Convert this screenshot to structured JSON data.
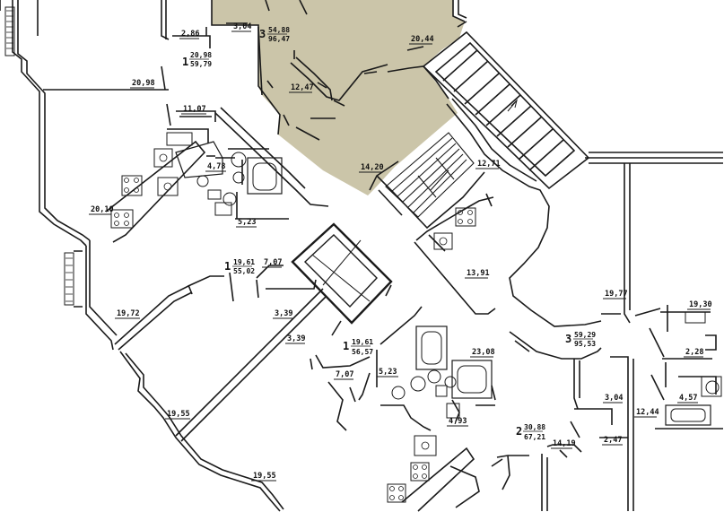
{
  "colors": {
    "wall": "#1a1a1a",
    "highlight": "#cbc5a9",
    "background": "#ffffff"
  },
  "rooms": [
    {
      "id": "r1",
      "label": "2,86"
    },
    {
      "id": "r2",
      "label": "3,04"
    },
    {
      "id": "r3",
      "label": "20,44"
    },
    {
      "id": "r4",
      "label": "20,98"
    },
    {
      "id": "r5",
      "label": "12,47"
    },
    {
      "id": "r6",
      "label": "11,07"
    },
    {
      "id": "r7",
      "label": "14,20"
    },
    {
      "id": "r8",
      "label": "12,71"
    },
    {
      "id": "r9",
      "label": "4,78"
    },
    {
      "id": "r10",
      "label": "20,10"
    },
    {
      "id": "r11",
      "label": "5,23"
    },
    {
      "id": "r12",
      "label": "7,07"
    },
    {
      "id": "r13",
      "label": "13,91"
    },
    {
      "id": "r14",
      "label": "19,72"
    },
    {
      "id": "r15",
      "label": "3,39"
    },
    {
      "id": "r16",
      "label": "19,77"
    },
    {
      "id": "r17",
      "label": "19,30"
    },
    {
      "id": "r18",
      "label": "3,39"
    },
    {
      "id": "r19",
      "label": "7,07"
    },
    {
      "id": "r20",
      "label": "23,08"
    },
    {
      "id": "r21",
      "label": "2,28"
    },
    {
      "id": "r22",
      "label": "5,23"
    },
    {
      "id": "r23",
      "label": "3,04"
    },
    {
      "id": "r24",
      "label": "4,57"
    },
    {
      "id": "r25",
      "label": "19,55"
    },
    {
      "id": "r26",
      "label": "4,93"
    },
    {
      "id": "r27",
      "label": "12,44"
    },
    {
      "id": "r28",
      "label": "2,47"
    },
    {
      "id": "r29",
      "label": "14,19"
    },
    {
      "id": "r30",
      "label": "19,55"
    }
  ],
  "apartments": [
    {
      "id": "a1",
      "rooms": "1",
      "living": "20,98",
      "total": "59,79"
    },
    {
      "id": "a2",
      "rooms": "3",
      "living": "54,88",
      "total": "96,47"
    },
    {
      "id": "a3",
      "rooms": "1",
      "living": "19,61",
      "total": "55,02"
    },
    {
      "id": "a4",
      "rooms": "1",
      "living": "19,61",
      "total": "56,57"
    },
    {
      "id": "a5",
      "rooms": "3",
      "living": "59,29",
      "total": "95,53"
    },
    {
      "id": "a6",
      "rooms": "2",
      "living": "30,88",
      "total": "67,21"
    }
  ]
}
